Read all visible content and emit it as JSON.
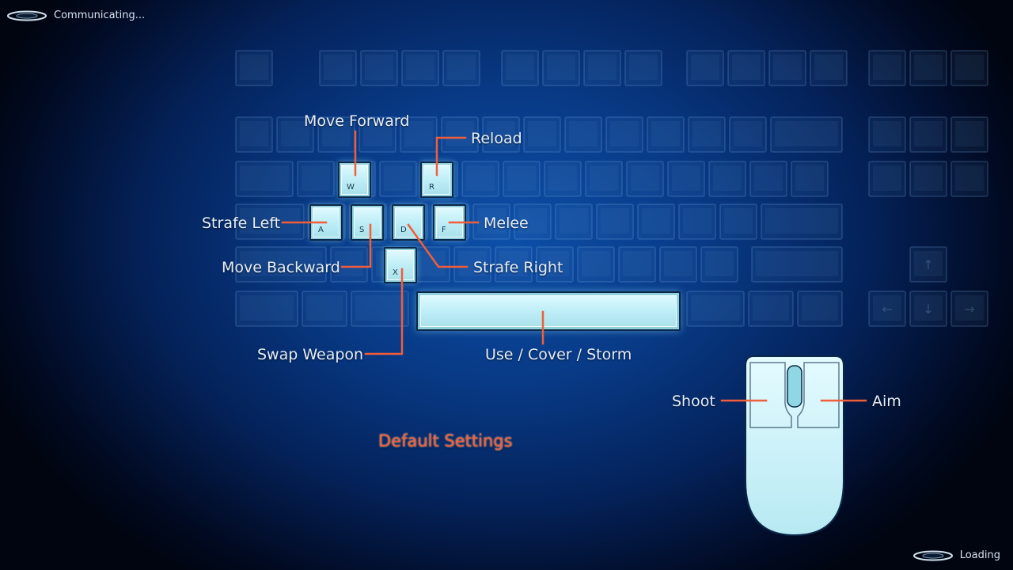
{
  "status": {
    "top_left": "Communicating...",
    "bottom_right": "Loading"
  },
  "keys": {
    "w": "W",
    "r": "R",
    "a": "A",
    "s": "S",
    "d": "D",
    "f": "F",
    "x": "X"
  },
  "labels": {
    "move_forward": "Move Forward",
    "reload": "Reload",
    "strafe_left": "Strafe Left",
    "melee": "Melee",
    "move_backward": "Move Backward",
    "strafe_right": "Strafe Right",
    "swap_weapon": "Swap Weapon",
    "use_cover_storm": "Use / Cover / Storm",
    "shoot": "Shoot",
    "aim": "Aim"
  },
  "screen_title": "Default Settings",
  "background_keys": {
    "up": "↑",
    "left": "←",
    "down": "↓",
    "right": "→"
  },
  "colors": {
    "accent": "#f25d3a",
    "key_highlight": "#bfeef7",
    "background": "#083a86"
  }
}
